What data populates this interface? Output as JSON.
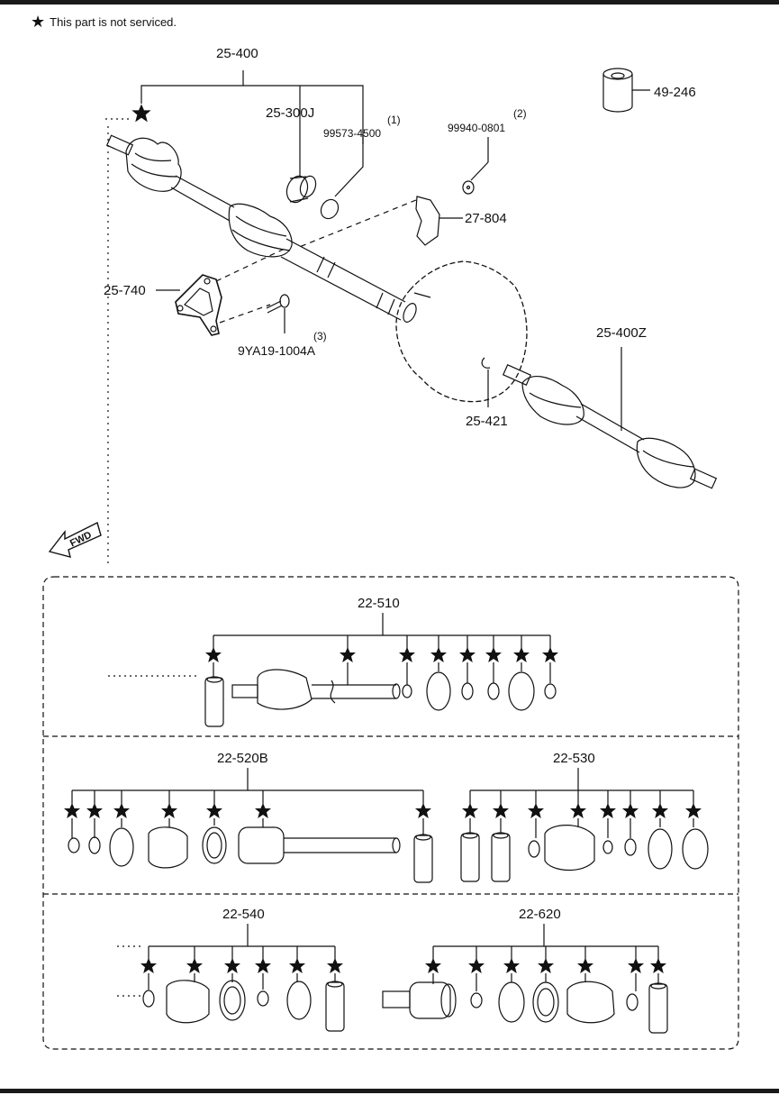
{
  "note": {
    "symbol": "★",
    "text": "This part is not serviced."
  },
  "fwd": "FWD",
  "star": "★",
  "labels": {
    "p25_400": "25-400",
    "p25_300j": "25-300J",
    "p99573": "99573-4500",
    "q1": "(1)",
    "p99940": "99940-0801",
    "q2": "(2)",
    "p49_246": "49-246",
    "p27_804": "27-804",
    "p25_740": "25-740",
    "p9ya19": "9YA19-1004A",
    "q3": "(3)",
    "p25_400z": "25-400Z",
    "p25_421": "25-421",
    "p22_510": "22-510",
    "p22_520b": "22-520B",
    "p22_530": "22-530",
    "p22_540": "22-540",
    "p22_620": "22-620"
  },
  "colors": {
    "line": "#111111",
    "fill": "#ffffff",
    "bar": "#1a1a1a"
  }
}
